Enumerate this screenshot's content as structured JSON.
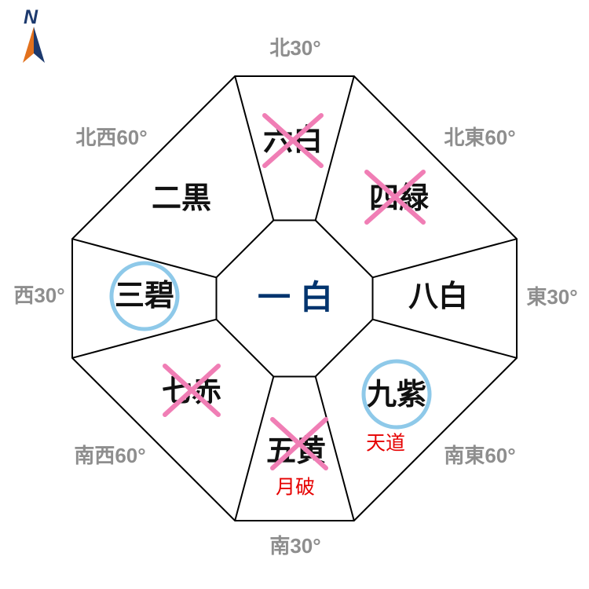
{
  "compass": {
    "label": "N"
  },
  "center": {
    "star": "一白"
  },
  "sectors": [
    {
      "direction": "north",
      "angle_label": "北30°",
      "star": "六白",
      "mark": "cross",
      "annotation": ""
    },
    {
      "direction": "northeast",
      "angle_label": "北東60°",
      "star": "四緑",
      "mark": "cross",
      "annotation": ""
    },
    {
      "direction": "east",
      "angle_label": "東30°",
      "star": "八白",
      "mark": "none",
      "annotation": ""
    },
    {
      "direction": "southeast",
      "angle_label": "南東60°",
      "star": "九紫",
      "mark": "circle",
      "annotation": "天道"
    },
    {
      "direction": "south",
      "angle_label": "南30°",
      "star": "五黄",
      "mark": "cross",
      "annotation": "月破"
    },
    {
      "direction": "southwest",
      "angle_label": "南西60°",
      "star": "七赤",
      "mark": "cross",
      "annotation": ""
    },
    {
      "direction": "west",
      "angle_label": "西30°",
      "star": "三碧",
      "mark": "circle",
      "annotation": ""
    },
    {
      "direction": "northwest",
      "angle_label": "北西60°",
      "star": "二黒",
      "mark": "none",
      "annotation": ""
    }
  ],
  "colors": {
    "cross_mark_pink": "#f07eb5",
    "circle_mark_blue": "#8ec9e9",
    "annotation_red": "#e60000",
    "center_star_navy": "#00346e",
    "angle_label_gray": "#8e8e8e",
    "outline_black": "#000000",
    "compass_orange": "#e2711d",
    "compass_navy": "#1d3a6e"
  }
}
